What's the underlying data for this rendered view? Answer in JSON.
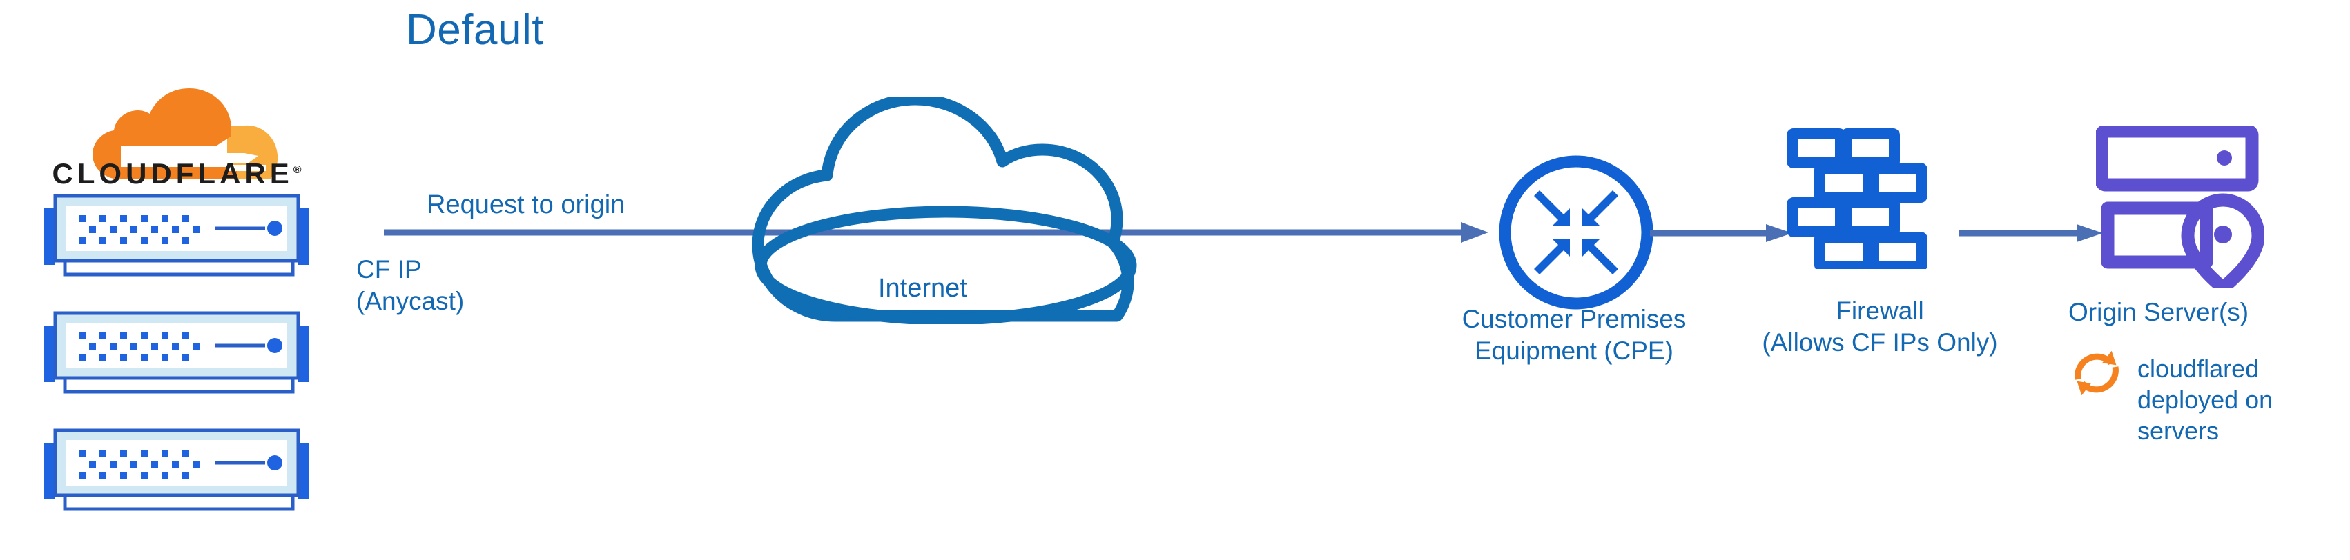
{
  "diagram": {
    "title": "Default",
    "type": "network-architecture-flow"
  },
  "brand": {
    "name": "CLOUDFLARE",
    "registered_mark": "®",
    "logo_icon": "cloudflare-cloud-logo"
  },
  "colors": {
    "title_blue": "#1268b3",
    "label_blue": "#1268b3",
    "icon_blue": "#1160d4",
    "arrow_blue": "#4a6fb5",
    "cloud_outline_blue": "#0f6eb4",
    "origin_purple": "#5c4fd0",
    "cloudflared_orange": "#f6821f",
    "logo_orange_dark": "#f48120",
    "logo_orange_light": "#faad3f",
    "wordmark_black": "#1d1d1d",
    "server_body": "#cfe8f3",
    "server_border": "#1a56c4",
    "background": "#ffffff"
  },
  "nodes": [
    {
      "id": "cloudflare-edge",
      "icon": "server-rack-stack",
      "label": "CF IP\n(Anycast)",
      "count": 3
    },
    {
      "id": "internet",
      "icon": "cloud-outline",
      "label": "Internet"
    },
    {
      "id": "cpe",
      "icon": "router-four-arrows-circle",
      "label": "Customer Premises\nEquipment (CPE)"
    },
    {
      "id": "firewall",
      "icon": "brick-wall",
      "label": "Firewall\n(Allows CF IPs Only)"
    },
    {
      "id": "origin",
      "icon": "server-with-location-pin",
      "label": "Origin Server(s)"
    }
  ],
  "annotations": {
    "request_flow_label": "Request to origin",
    "cf_ip_label": "CF IP\n(Anycast)",
    "internet_label": "Internet",
    "cpe_label": "Customer Premises\nEquipment (CPE)",
    "firewall_label": "Firewall\n(Allows CF IPs Only)",
    "origin_label": "Origin Server(s)",
    "cloudflared_note": "cloudflared\ndeployed on\nservers"
  },
  "arrows": [
    {
      "id": "edge-to-internet",
      "from": "cloudflare-edge",
      "to": "internet",
      "label": "Request to origin",
      "direction": "right"
    },
    {
      "id": "cpe-to-firewall",
      "from": "cpe",
      "to": "firewall",
      "label": "",
      "direction": "right"
    },
    {
      "id": "firewall-to-origin",
      "from": "firewall",
      "to": "origin",
      "label": "",
      "direction": "right"
    }
  ]
}
